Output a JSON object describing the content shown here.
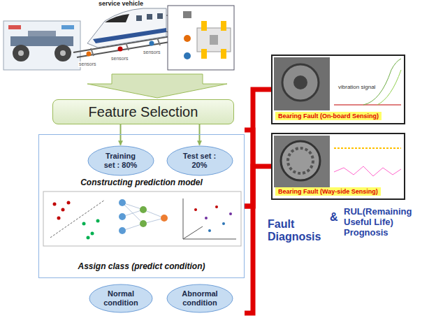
{
  "diagram": {
    "nodes": [
      {
        "text": [
          "Feature Selection"
        ]
      },
      {
        "text": [
          "Constructing prediction model",
          "Assign class (predict condition)"
        ]
      },
      {
        "text": [
          "Training set : 80%"
        ],
        "in": 1
      },
      {
        "text": [
          "Test set : 20%"
        ],
        "in": 1
      },
      {
        "text": [
          "Normal condition"
        ]
      },
      {
        "text": [
          "Abnormal condition"
        ]
      },
      {
        "text": [
          "vibration signal",
          "Bearing Fault (On-board Sensing)"
        ]
      },
      {
        "text": [
          "Bearing Fault (Way-side Sensing)"
        ]
      }
    ],
    "edges": [
      {
        "from": 0,
        "to": 2,
        "arrow": "to"
      },
      {
        "from": 0,
        "to": 3,
        "arrow": "to"
      },
      {
        "from": 1,
        "to": 6,
        "arrow": "none"
      },
      {
        "from": 1,
        "to": 7,
        "arrow": "none"
      }
    ],
    "labels": [
      "service vehicle",
      "sensors",
      "sensors",
      "sensors",
      "Fault Diagnosis",
      "&",
      "RUL(Remaining Useful Life) Prognosis"
    ]
  }
}
